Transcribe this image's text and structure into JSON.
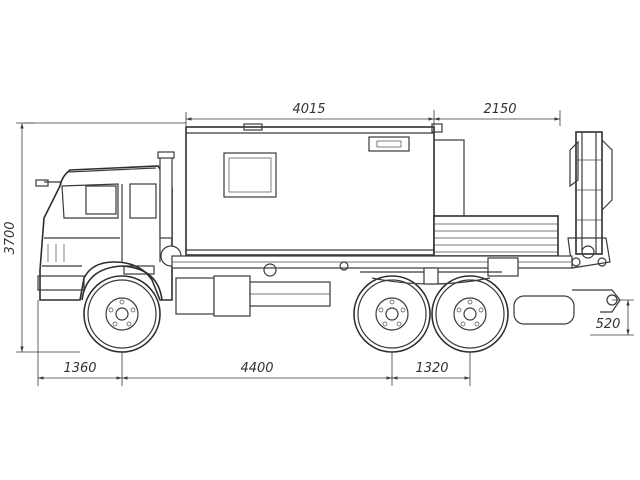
{
  "dimensions": {
    "body_length": "4015",
    "crane_length": "2150",
    "overall_height": "3700",
    "front_overhang": "1360",
    "wheelbase": "4400",
    "rear_axle_spacing": "1320",
    "hitch_height": "520"
  },
  "colors": {
    "line": "#3a3a3a",
    "background": "#ffffff"
  }
}
